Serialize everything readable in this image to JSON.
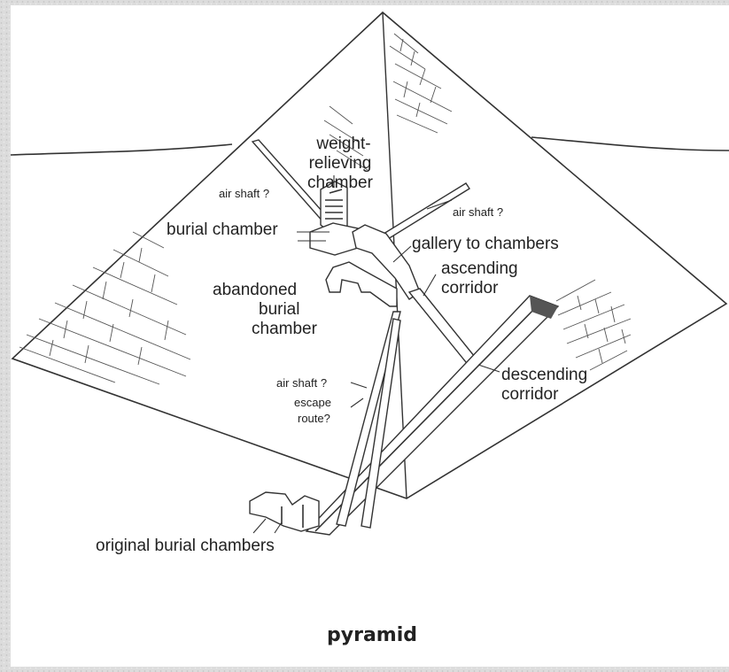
{
  "colors": {
    "background": "#ffffff",
    "ink": "#222222",
    "border_texture": "#d7d7d7"
  },
  "labels": {
    "weight_relieving_1": "weight-",
    "weight_relieving_2": "relieving",
    "weight_relieving_3": "chamber",
    "air_shaft_left": "air shaft ?",
    "air_shaft_right": "air shaft ?",
    "burial_chamber": "burial chamber",
    "gallery": "gallery to chambers",
    "ascending_1": "ascending",
    "ascending_2": "corridor",
    "abandoned_1": "abandoned",
    "abandoned_2": "burial",
    "abandoned_3": "chamber",
    "descending_1": "descending",
    "descending_2": "corridor",
    "air_shaft_lower": "air shaft ?",
    "escape_1": "escape",
    "escape_2": "route?",
    "original": "original burial chambers"
  },
  "caption": "pyramid"
}
